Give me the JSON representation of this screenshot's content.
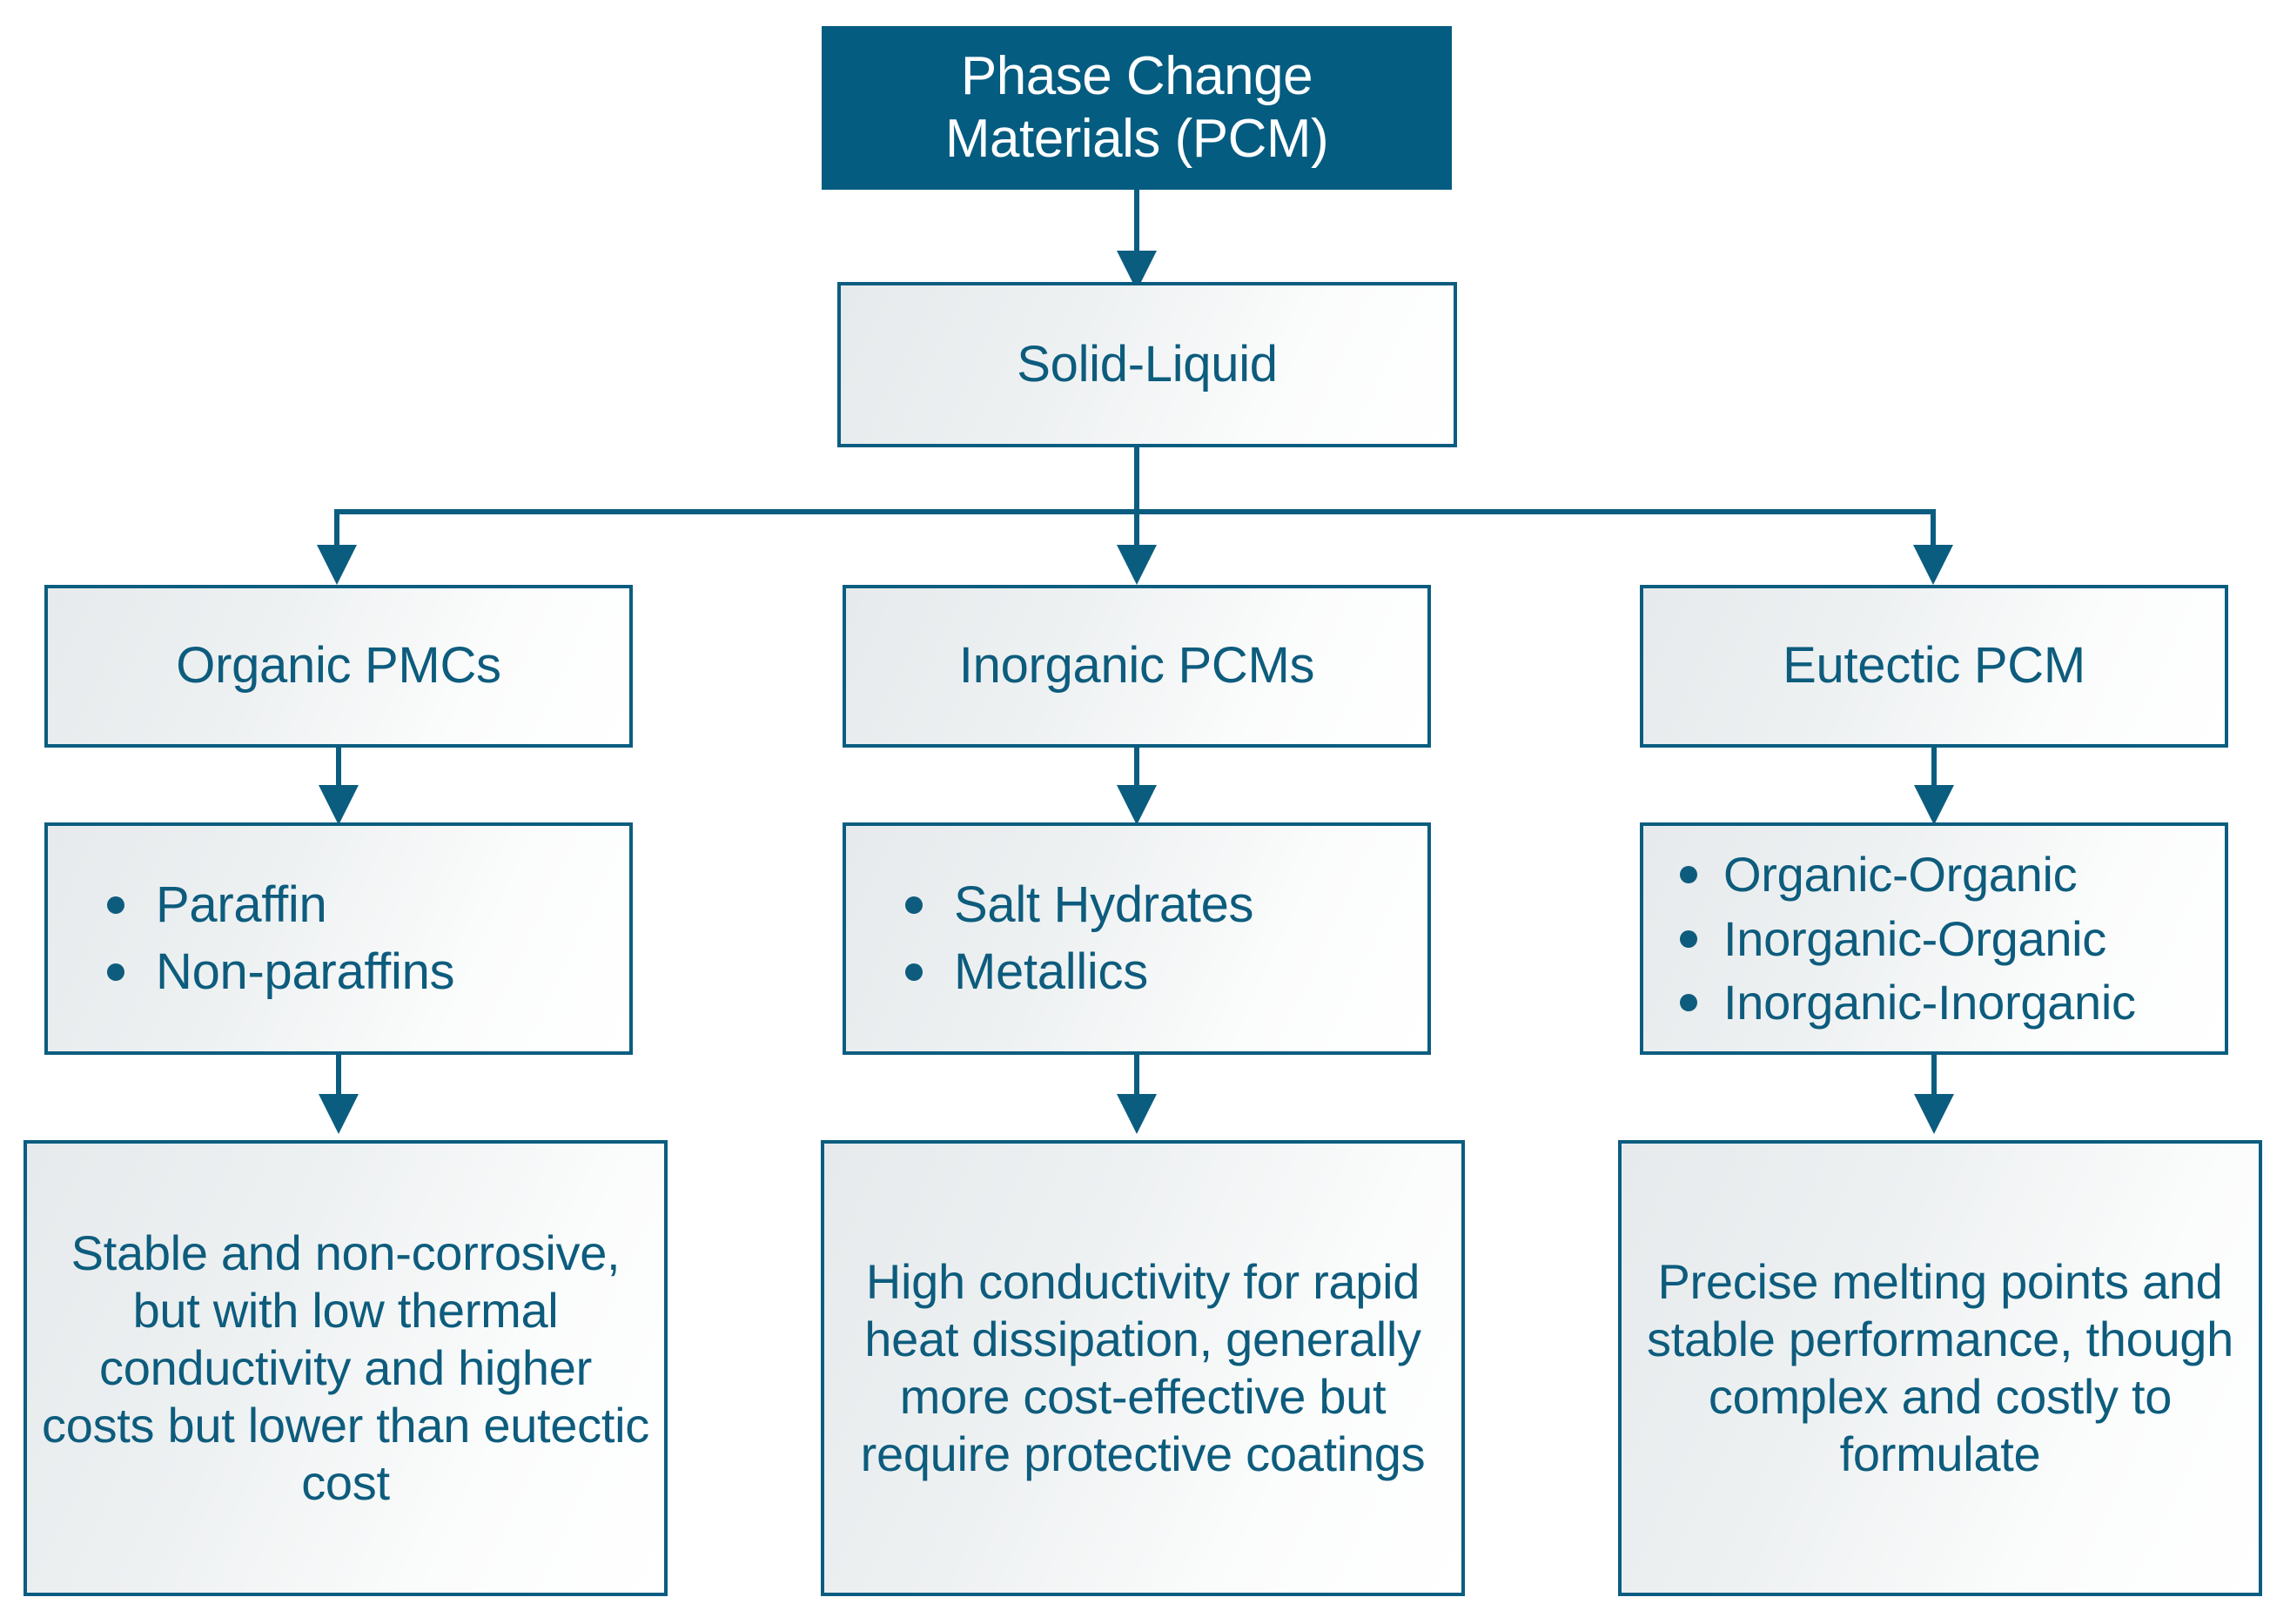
{
  "diagram": {
    "title": "Phase Change Materials (PCM) classification flowchart",
    "colors": {
      "root_fill": "#045c80",
      "root_text": "#ffffff",
      "box_border": "#0b5d80",
      "box_text": "#0d5c7d",
      "connector": "#0b5d80",
      "bullet": "#0d5c7d",
      "background": "#ffffff"
    },
    "root": {
      "label": "Phase Change\nMaterials (PCM)"
    },
    "level2": {
      "label": "Solid-Liquid"
    },
    "branches": [
      {
        "category": "Organic PMCs",
        "items": [
          "Paraffin",
          "Non-paraffins"
        ],
        "description": "Stable and non-corrosive, but with low thermal conductivity and higher costs but lower than eutectic cost"
      },
      {
        "category": "Inorganic PCMs",
        "items": [
          "Salt Hydrates",
          "Metallics"
        ],
        "description": "High conductivity for rapid heat dissipation, generally more cost-effective but require protective coatings"
      },
      {
        "category": "Eutectic PCM",
        "items": [
          "Organic-Organic",
          "Inorganic-Organic",
          "Inorganic-Inorganic"
        ],
        "description": "Precise melting points and stable performance, though complex and costly to formulate"
      }
    ]
  }
}
